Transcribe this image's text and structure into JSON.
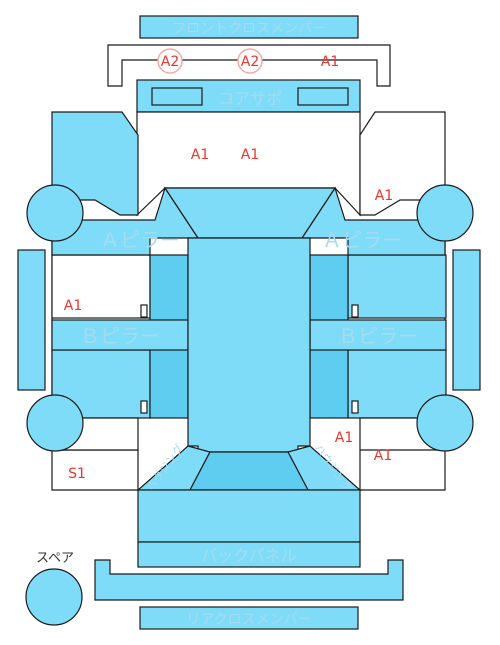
{
  "labels": {
    "front_cross_member": "フロントクロスメンバー",
    "core_support": "コアサポ",
    "a_pillar_left": "Ａピラー",
    "a_pillar_right": "Ａピラー",
    "b_pillar_left": "Ｂピラー",
    "b_pillar_right": "Ｂピラー",
    "back_panel": "バックパネル",
    "rear_cross_member": "リアクロスメンバー",
    "spare": "スペア",
    "housing_left": "ハウジング",
    "housing_right": "ハウジング"
  },
  "damage_marks": [
    {
      "name": "mark-front-member-left",
      "code": "A2",
      "circled": true
    },
    {
      "name": "mark-front-member-center",
      "code": "A2",
      "circled": true
    },
    {
      "name": "mark-front-member-right",
      "code": "A1",
      "circled": false
    },
    {
      "name": "mark-hood-left",
      "code": "A1",
      "circled": false
    },
    {
      "name": "mark-hood-right",
      "code": "A1",
      "circled": false
    },
    {
      "name": "mark-right-fender",
      "code": "A1",
      "circled": false
    },
    {
      "name": "mark-left-front-door",
      "code": "A1",
      "circled": false
    },
    {
      "name": "mark-rear-right-1",
      "code": "A1",
      "circled": false
    },
    {
      "name": "mark-rear-right-2",
      "code": "A1",
      "circled": false
    },
    {
      "name": "mark-rear-left",
      "code": "S1",
      "circled": false
    }
  ],
  "colors": {
    "panel_fill": "#7fdcf9",
    "panel_dark": "#5fcdef",
    "panel_stroke": "#1a1a1a",
    "label_text": "#a6dbef",
    "mark_text": "#e8372f",
    "mark_circle": "#f4aaa6"
  }
}
